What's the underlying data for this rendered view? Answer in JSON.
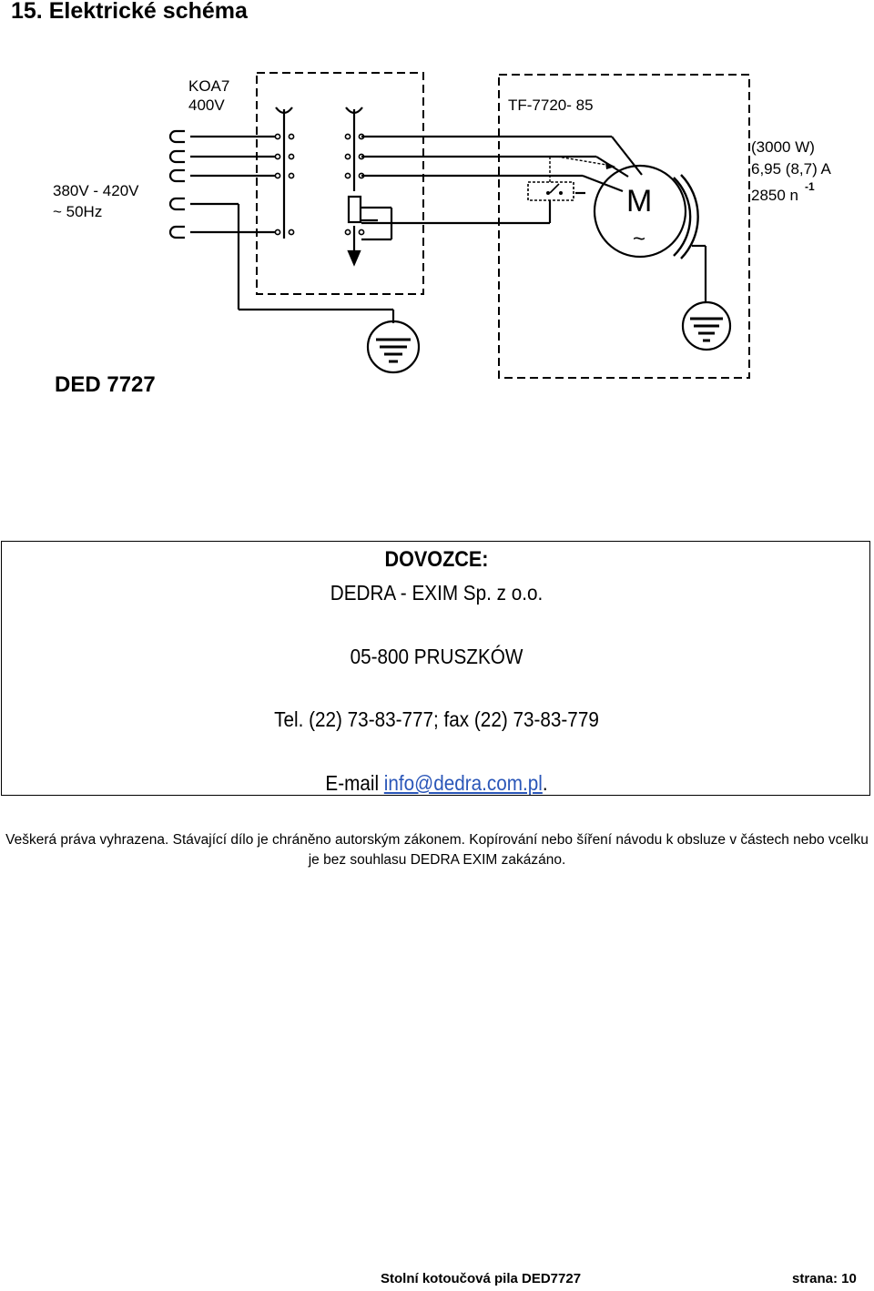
{
  "section_title": "15. Elektrické schéma",
  "schematic": {
    "switch_label_line1": "KOA7",
    "switch_label_line2": "400V",
    "motor_label": "TF-7720- 85",
    "supply_line1": "380V - 420V",
    "supply_line2": "~ 50Hz",
    "power_line1": "(3000 W)",
    "power_line2": "6,95 (8,7) A",
    "power_line3": "2850 n",
    "power_line3_sup": "-1",
    "motor_symbol": "M",
    "motor_ac_symbol": "~",
    "model": "DED 7727"
  },
  "importer": {
    "heading": "DOVOZCE:",
    "company": "DEDRA - EXIM Sp. z o.o.",
    "address": "05-800 PRUSZKÓW",
    "phone": "Tel. (22) 73-83-777; fax (22) 73-83-779",
    "email_label": "E-mail ",
    "email": "info@dedra.com.pl",
    "email_suffix": "."
  },
  "copyright": {
    "line1": "Veškerá práva vyhrazena. Stávající dílo je chráněno autorským zákonem. Kopírování nebo šíření návodu k obsluze v částech nebo vcelku",
    "line2": "je bez souhlasu DEDRA EXIM zakázáno."
  },
  "footer": {
    "title": "Stolní kotoučová pila DED7727",
    "page": "strana: 10"
  },
  "colors": {
    "text": "#000000",
    "link": "#2a56b8"
  }
}
